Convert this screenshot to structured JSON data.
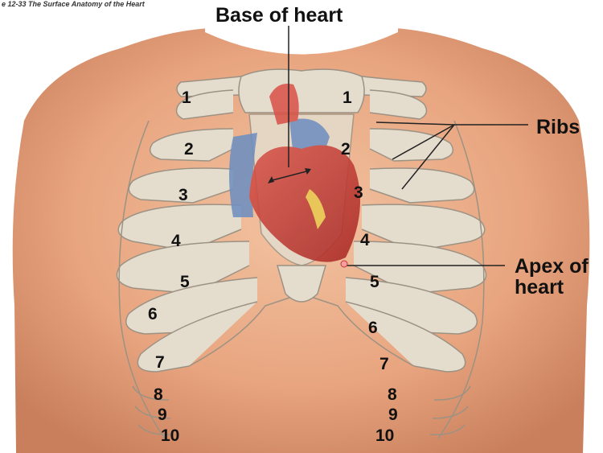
{
  "figure": {
    "caption": "e 12-33 The Surface Anatomy of the Heart"
  },
  "labels": {
    "base_of_heart": "Base of heart",
    "ribs": "Ribs",
    "apex_line1": "Apex of",
    "apex_line2": "heart"
  },
  "rib_numbers": {
    "left": [
      "1",
      "2",
      "3",
      "4",
      "5",
      "6",
      "7",
      "8",
      "9",
      "10"
    ],
    "right": [
      "1",
      "2",
      "3",
      "4",
      "5",
      "6",
      "7",
      "8",
      "9",
      "10"
    ]
  },
  "colors": {
    "skin": "#e9a982",
    "bone": "#e4dccd",
    "heart_red": "#c0342c",
    "vessel_blue": "#6f8fc0",
    "leader_line": "#222222"
  }
}
